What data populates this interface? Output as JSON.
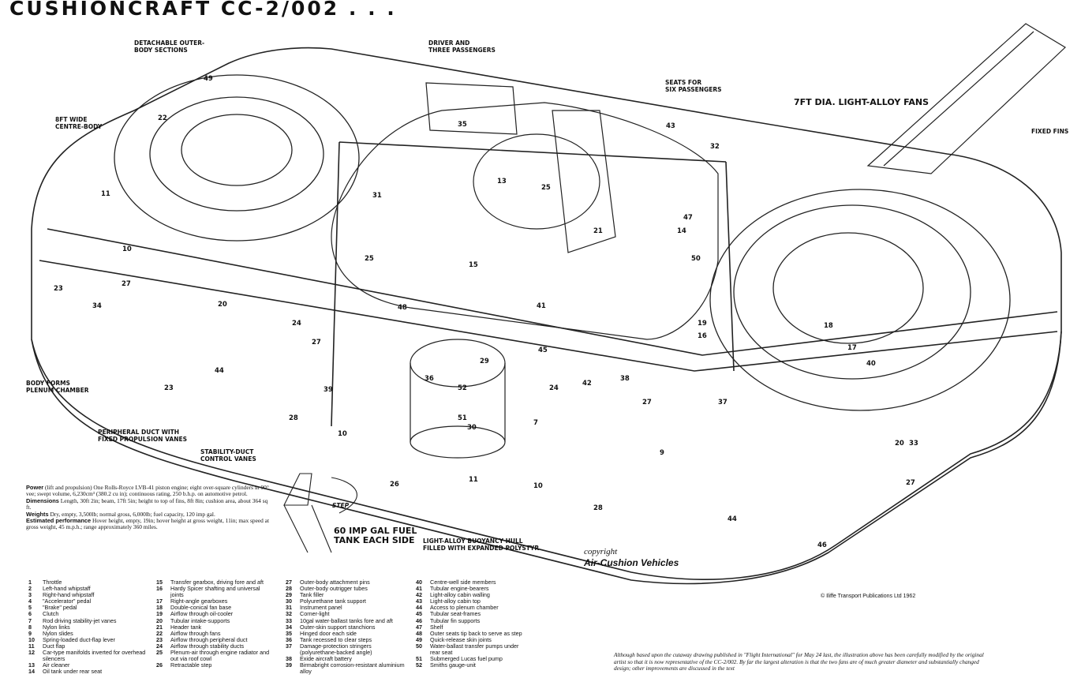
{
  "title": "CUSHIONCRAFT CC-2/002 . . .",
  "callouts": {
    "outer_body": "DETACHABLE OUTER-\nBODY SECTIONS",
    "centre_body": "8ft WIDE\nCENTRE-BODY",
    "driver": "DRIVER AND\nTHREE PASSENGERS",
    "seats": "SEATS FOR\nSIX PASSENGERS",
    "fans": "7ft DIA. LIGHT-ALLOY FANS",
    "fixed_fins": "FIXED FINS",
    "body_forms": "BODY FORMS\nPLENUM CHAMBER",
    "peripheral": "PERIPHERAL DUCT WITH\nFIXED PROPULSION VANES",
    "stability": "STABILITY-DUCT\nCONTROL VANES",
    "fuel": "60 Imp gal FUEL\nTANK EACH SIDE",
    "buoyancy": "LIGHT-ALLOY BUOYANCY HULL\nFILLED WITH EXPANDED POLYSTYR",
    "step": "STEP"
  },
  "specs": {
    "power_label": "Power",
    "power_text": "(lift and propulsion)   One Rolls-Royce LVB-41 piston engine; eight over-square cylinders in 90° vee; swept volume, 6,230cm³ (380.2 cu in); continuous rating, 250 b.h.p. on automotive petrol.",
    "dimensions_label": "Dimensions",
    "dimensions_text": "Length, 30ft 2in; beam, 17ft 5in; height to top of fins, 8ft 8in; cushion area, about 364 sq ft.",
    "weights_label": "Weights",
    "weights_text": "Dry, empty, 3,500lb; normal gross, 6,000lb; fuel capacity, 120 imp gal.",
    "performance_label": "Estimated performance",
    "performance_text": "Hover height, empty, 19in; hover height at gross weight, 11in; max speed at gross weight, 45 m.p.h.; range approximately 360 miles."
  },
  "copyright_line1": "copyright",
  "copyright_line2": "Air-Cushion Vehicles",
  "publisher": "© Iliffe Transport Publications Ltd 1962",
  "legend": [
    [
      {
        "n": "1",
        "t": "Throttle"
      },
      {
        "n": "2",
        "t": "Left-hand whipstaff"
      },
      {
        "n": "3",
        "t": "Right-hand whipstaff"
      },
      {
        "n": "4",
        "t": "\"Accelerator\" pedal"
      },
      {
        "n": "5",
        "t": "\"Brake\" pedal"
      },
      {
        "n": "6",
        "t": "Clutch"
      },
      {
        "n": "7",
        "t": "Rod driving stability-jet vanes"
      },
      {
        "n": "8",
        "t": "Nylon links"
      },
      {
        "n": "9",
        "t": "Nylon slides"
      },
      {
        "n": "10",
        "t": "Spring-loaded duct-flap lever"
      },
      {
        "n": "11",
        "t": "Duct flap"
      },
      {
        "n": "12",
        "t": "Car-type manifolds inverted for overhead silencers"
      },
      {
        "n": "13",
        "t": "Air cleaner"
      },
      {
        "n": "14",
        "t": "Oil tank under rear seat"
      }
    ],
    [
      {
        "n": "15",
        "t": "Transfer gearbox, driving fore and aft"
      },
      {
        "n": "16",
        "t": "Hardy Spicer shafting and universal joints"
      },
      {
        "n": "17",
        "t": "Right-angle gearboxes"
      },
      {
        "n": "18",
        "t": "Double-conical fan base"
      },
      {
        "n": "19",
        "t": "Airflow through oil-cooler"
      },
      {
        "n": "20",
        "t": "Tubular intake-supports"
      },
      {
        "n": "21",
        "t": "Header tank"
      },
      {
        "n": "22",
        "t": "Airflow through fans"
      },
      {
        "n": "23",
        "t": "Airflow through peripheral duct"
      },
      {
        "n": "24",
        "t": "Airflow through stability ducts"
      },
      {
        "n": "25",
        "t": "Plenum-air through engine radiator and out via roof cowl"
      },
      {
        "n": "26",
        "t": "Retractable step"
      }
    ],
    [
      {
        "n": "27",
        "t": "Outer-body attachment pins"
      },
      {
        "n": "28",
        "t": "Outer-body outrigger tubes"
      },
      {
        "n": "29",
        "t": "Tank filler"
      },
      {
        "n": "30",
        "t": "Polyurethane tank support"
      },
      {
        "n": "31",
        "t": "Instrument panel"
      },
      {
        "n": "32",
        "t": "Corner-light"
      },
      {
        "n": "33",
        "t": "10gal water-ballast tanks fore and aft"
      },
      {
        "n": "34",
        "t": "Outer-skin support stanchions"
      },
      {
        "n": "35",
        "t": "Hinged door each side"
      },
      {
        "n": "36",
        "t": "Tank recessed to clear steps"
      },
      {
        "n": "37",
        "t": "Damage-protection stringers (polyurethane-backed angle)"
      },
      {
        "n": "38",
        "t": "Exide aircraft battery"
      },
      {
        "n": "39",
        "t": "Birmabright corrosion-resistant aluminium alloy"
      }
    ],
    [
      {
        "n": "40",
        "t": "Centre-well side members"
      },
      {
        "n": "41",
        "t": "Tubular engine-bearers"
      },
      {
        "n": "42",
        "t": "Light-alloy cabin walling"
      },
      {
        "n": "43",
        "t": "Light-alloy cabin top"
      },
      {
        "n": "44",
        "t": "Access to plenum chamber"
      },
      {
        "n": "45",
        "t": "Tubular seat-frames"
      },
      {
        "n": "46",
        "t": "Tubular fin supports"
      },
      {
        "n": "47",
        "t": "Shelf"
      },
      {
        "n": "48",
        "t": "Outer seats tip back to serve as step"
      },
      {
        "n": "49",
        "t": "Quick-release skin joints"
      },
      {
        "n": "50",
        "t": "Water-ballast transfer pumps under rear seat"
      },
      {
        "n": "51",
        "t": "Submerged Lucas fuel pump"
      },
      {
        "n": "52",
        "t": "Smiths gauge-unit"
      }
    ]
  ],
  "footnote": "Although based upon the cutaway drawing published in \"Flight International\" for May 24 last, the illustration above has been carefully modified by the original artist so that it is now representative of the CC-2/002. By far the largest alteration is that the two fans are of much greater diameter and substantially changed design; other improvements are discussed in the text",
  "numbers": [
    "49",
    "22",
    "11",
    "10",
    "23",
    "34",
    "27",
    "20",
    "44",
    "23",
    "28",
    "10",
    "24",
    "27",
    "39",
    "48",
    "31",
    "25",
    "35",
    "13",
    "25",
    "21",
    "43",
    "32",
    "47",
    "14",
    "50",
    "19",
    "16",
    "18",
    "17",
    "40",
    "37",
    "20",
    "33",
    "46",
    "27",
    "45",
    "42",
    "38",
    "24",
    "29",
    "36",
    "52",
    "51",
    "30",
    "26",
    "11",
    "10",
    "28",
    "44",
    "7",
    "9",
    "27",
    "15",
    "41"
  ]
}
